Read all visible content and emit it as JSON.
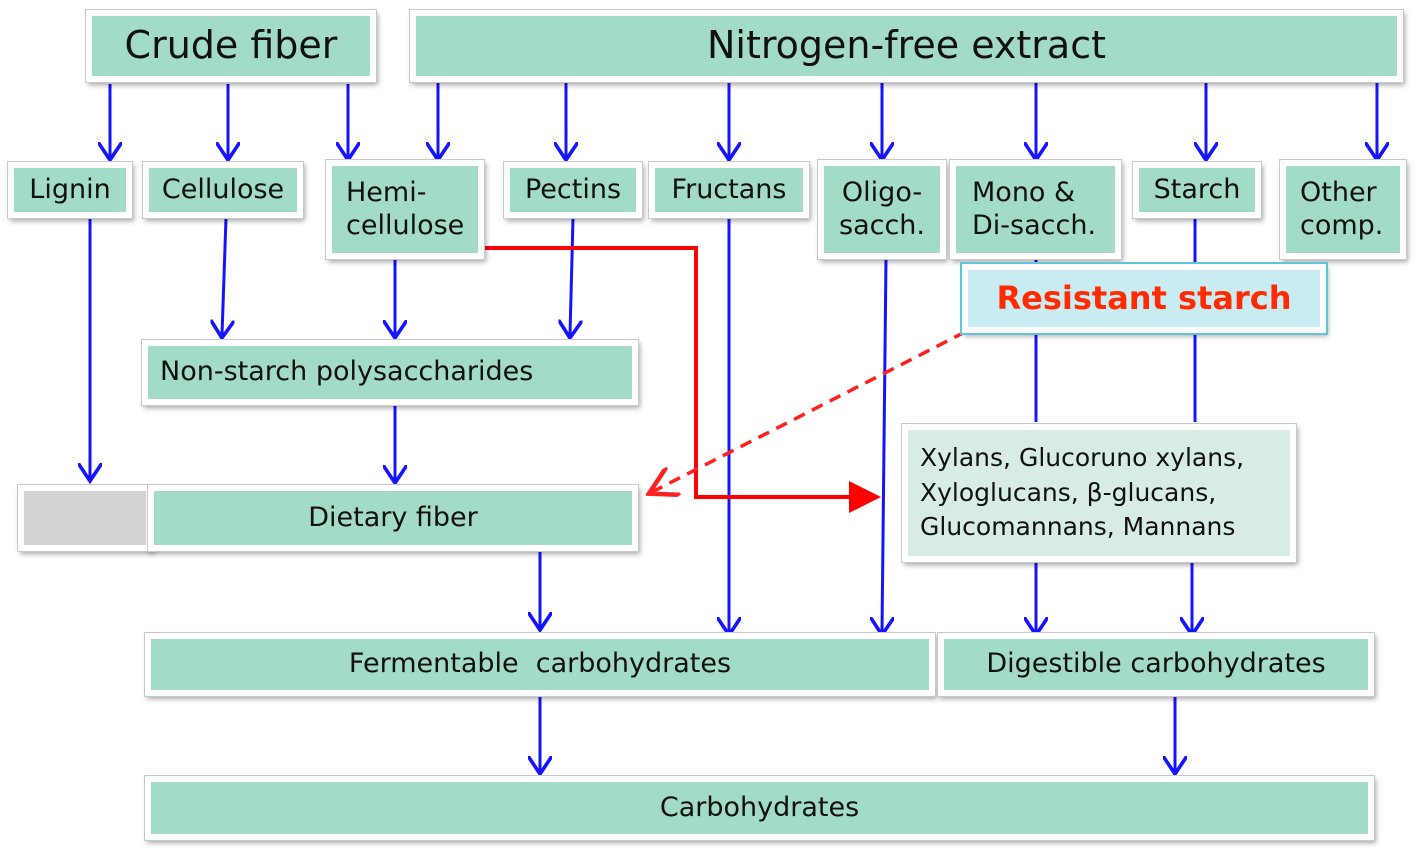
{
  "colors": {
    "box_fill": "#a3dcc6",
    "arrow_blue": "#1414ff",
    "arrow_red": "#ff0000",
    "resistant_text": "#ff2a00"
  },
  "headers": {
    "crude_fiber": "Crude fiber",
    "nitrogen_free_extract": "Nitrogen-free extract"
  },
  "components": {
    "lignin": "Lignin",
    "cellulose": "Cellulose",
    "hemicellulose": "Hemi-\ncellulose",
    "pectins": "Pectins",
    "fructans": "Fructans",
    "oligosacch": "Oligo-\nsacch.",
    "mono_di_sacch": "Mono &\nDi-sacch.",
    "starch": "Starch",
    "other_comp": "Other\ncomp."
  },
  "resistant_starch": "Resistant starch",
  "non_starch_polysaccharides": "Non-starch polysaccharides",
  "dietary_fiber": "Dietary fiber",
  "hemicellulose_types": "Xylans, Glucoruno xylans,\nXyloglucans, β-glucans,\nGlucomannans, Mannans",
  "fermentable_carbohydrates": "Fermentable  carbohydrates",
  "digestible_carbohydrates": "Digestible carbohydrates",
  "carbohydrates": "Carbohydrates"
}
